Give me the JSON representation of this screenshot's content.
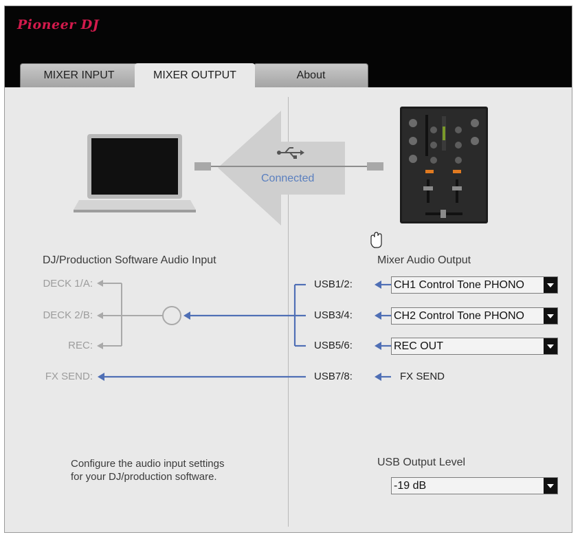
{
  "brand": {
    "logo_text": "Pioneer DJ",
    "accent_color": "#d31a4c"
  },
  "tabs": [
    {
      "label": "MIXER INPUT",
      "active": false
    },
    {
      "label": "MIXER OUTPUT",
      "active": true
    },
    {
      "label": "About",
      "active": false
    }
  ],
  "connection": {
    "status": "Connected",
    "icon": "usb-icon",
    "color": "#5a7fbf"
  },
  "left_panel": {
    "title": "DJ/Production Software Audio Input",
    "inputs": [
      "DECK 1/A:",
      "DECK 2/B:",
      "REC:",
      "FX SEND:"
    ],
    "description": [
      "Configure the audio input settings",
      "for your DJ/production software."
    ]
  },
  "right_panel": {
    "title": "Mixer Audio Output",
    "outputs": [
      {
        "label": "USB1/2:",
        "value": "CH1 Control Tone PHONO"
      },
      {
        "label": "USB3/4:",
        "value": "CH2 Control Tone PHONO"
      },
      {
        "label": "USB5/6:",
        "value": "REC OUT"
      },
      {
        "label": "USB7/8:",
        "fixed": "FX SEND"
      }
    ],
    "output_level": {
      "label": "USB Output Level",
      "value": "-19 dB"
    }
  },
  "colors": {
    "route_active": "#4f6fb5",
    "route_inactive": "#a9a9a9"
  }
}
